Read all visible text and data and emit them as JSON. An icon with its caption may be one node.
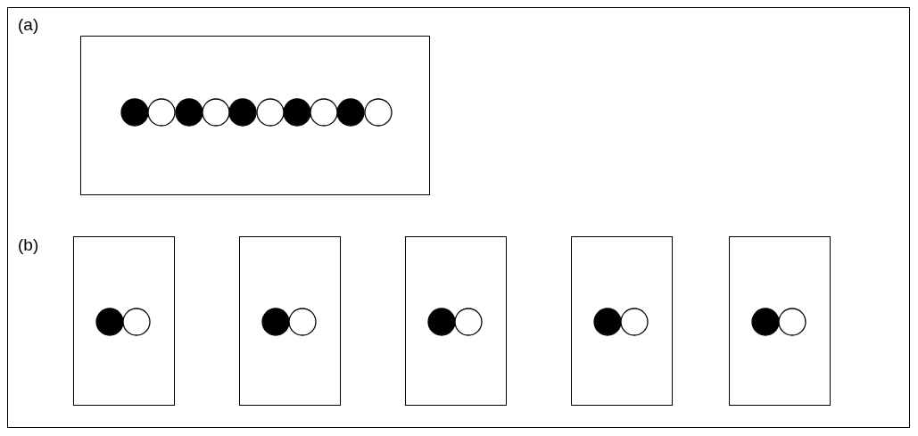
{
  "diagram": {
    "nodes": [
      {
        "text": [],
        "shape": "box"
      },
      {
        "text": [],
        "shape": "circle",
        "in": 0
      },
      {
        "text": [],
        "shape": "circle",
        "in": 0
      },
      {
        "text": [],
        "shape": "circle",
        "in": 0
      },
      {
        "text": [],
        "shape": "circle",
        "in": 0
      },
      {
        "text": [],
        "shape": "circle",
        "in": 0
      },
      {
        "text": [],
        "shape": "circle",
        "in": 0
      },
      {
        "text": [],
        "shape": "circle",
        "in": 0
      },
      {
        "text": [],
        "shape": "circle",
        "in": 0
      },
      {
        "text": [],
        "shape": "circle",
        "in": 0
      },
      {
        "text": [],
        "shape": "circle",
        "in": 0
      },
      {
        "text": [],
        "shape": "box"
      },
      {
        "text": [],
        "shape": "circle",
        "in": 11
      },
      {
        "text": [],
        "shape": "circle",
        "in": 11
      },
      {
        "text": [],
        "shape": "box"
      },
      {
        "text": [],
        "shape": "circle",
        "in": 14
      },
      {
        "text": [],
        "shape": "circle",
        "in": 14
      },
      {
        "text": [],
        "shape": "box"
      },
      {
        "text": [],
        "shape": "circle",
        "in": 17
      },
      {
        "text": [],
        "shape": "circle",
        "in": 17
      },
      {
        "text": [],
        "shape": "box"
      },
      {
        "text": [],
        "shape": "circle",
        "in": 20
      },
      {
        "text": [],
        "shape": "circle",
        "in": 20
      },
      {
        "text": [],
        "shape": "box"
      },
      {
        "text": [],
        "shape": "circle",
        "in": 23
      },
      {
        "text": [],
        "shape": "circle",
        "in": 23
      }
    ],
    "edges": [],
    "labels": [
      "(a)",
      "(b)"
    ]
  }
}
